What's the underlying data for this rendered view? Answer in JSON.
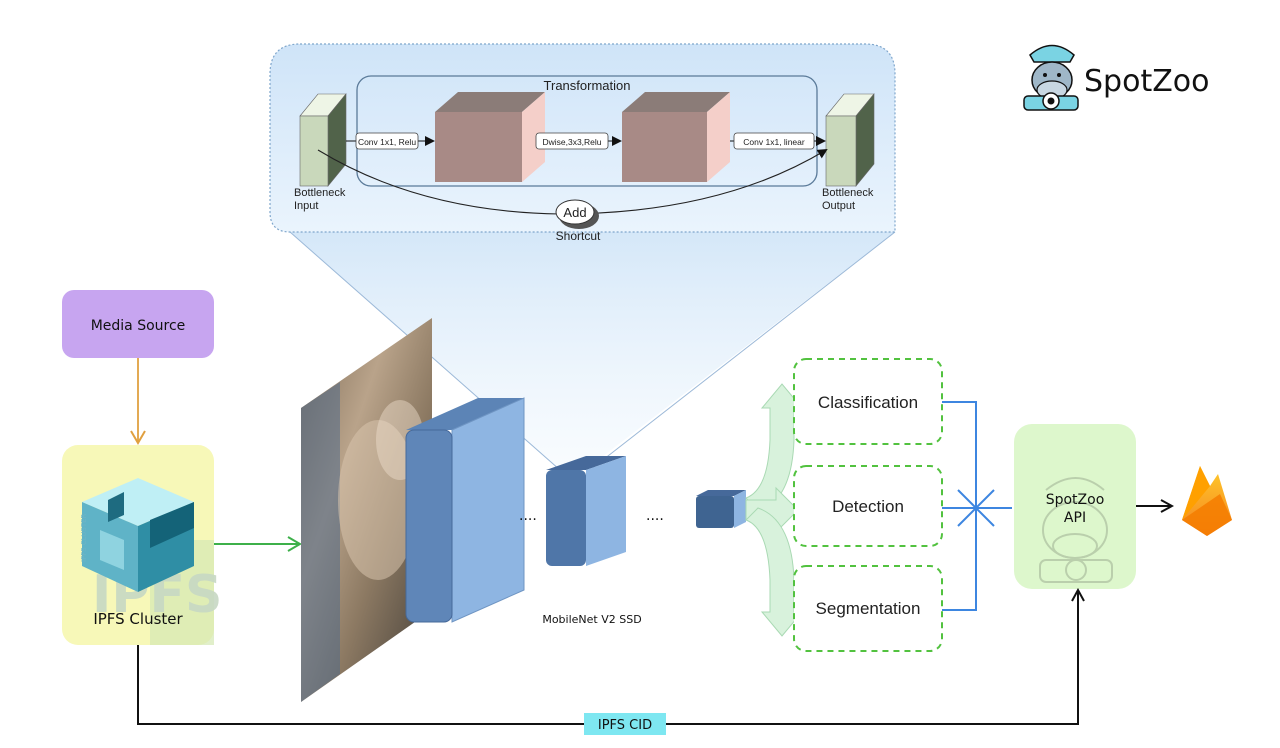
{
  "brand": {
    "name": "SpotZoo"
  },
  "zoom_panel": {
    "title": "Transformation",
    "input_label": [
      "Bottleneck",
      "Input"
    ],
    "output_label": [
      "Bottleneck",
      "Output"
    ],
    "ops": [
      "Conv 1x1, Relu",
      "Dwise,3x3,Relu",
      "Conv 1x1, linear"
    ],
    "add_label": "Add",
    "shortcut_label": "Shortcut"
  },
  "media_source": {
    "label": "Media Source"
  },
  "ipfs_cluster": {
    "label": "IPFS Cluster",
    "side_text": "IPFS CLUSTER",
    "watermark": "IPFS"
  },
  "network": {
    "label": "MobileNet V2 SSD",
    "ellipsis": "...."
  },
  "tasks": [
    "Classification",
    "Detection",
    "Segmentation"
  ],
  "api": {
    "label": [
      "SpotZoo",
      "API"
    ]
  },
  "edge": {
    "ipfs_cid": "IPFS CID"
  },
  "colors": {
    "media_source": "#c7a5f0",
    "ipfs_box": "#f7f8b8",
    "api_box": "#ddf7cc",
    "task_border": "#52c23f",
    "blue_line": "#3d86e0",
    "orange_arrow": "#e0a040",
    "green_arrow": "#3db04a",
    "cid_badge": "#7ee7f1"
  }
}
